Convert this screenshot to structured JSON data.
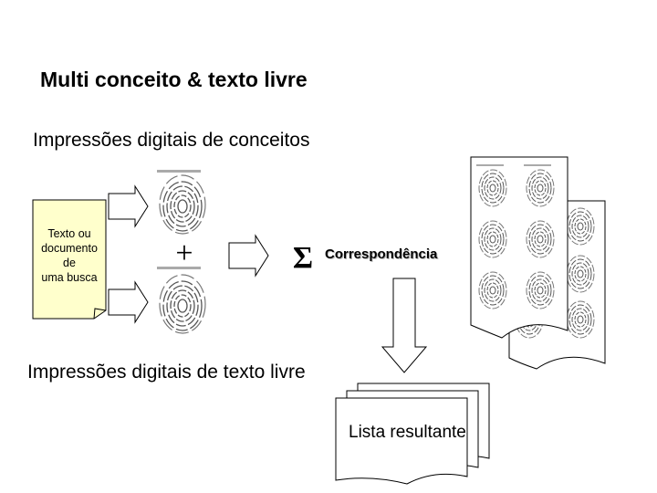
{
  "diagram": {
    "title": "Multi conceito & texto livre",
    "concept_fingerprints_label": "Impressões digitais de conceitos",
    "freetext_fingerprints_label": "Impressões digitais de texto livre",
    "document": {
      "lines": [
        "Texto ou",
        "documento",
        "de",
        "uma busca"
      ]
    },
    "plus_symbol": "+",
    "sigma_symbol": "Σ",
    "match_label": "Correspondência",
    "result_label": "Lista resultante",
    "colors": {
      "document_fill": "#ffffcc",
      "fingerprint": "#555555",
      "outline": "#000000",
      "page_fill": "#ffffff"
    }
  }
}
